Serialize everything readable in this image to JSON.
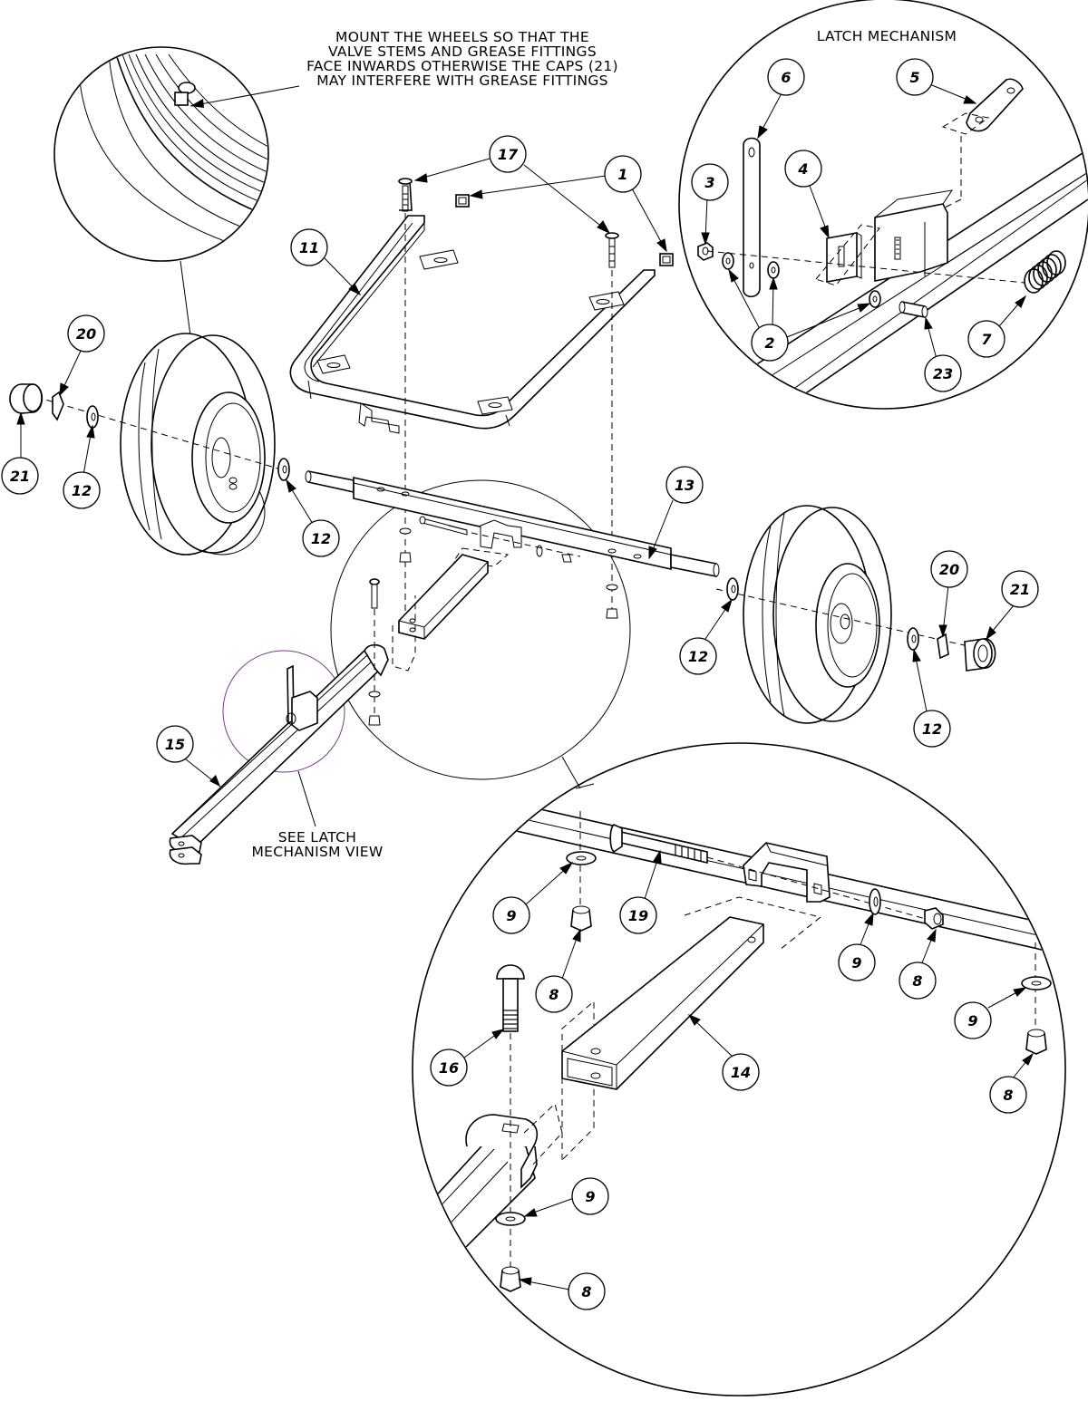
{
  "notes": {
    "wheel_mount": [
      "MOUNT THE WHEELS SO THAT THE",
      "VALVE STEMS AND GREASE FITTINGS",
      "FACE INWARDS OTHERWISE THE CAPS (21)",
      "MAY INTERFERE WITH GREASE FITTINGS"
    ],
    "latch_title": "LATCH MECHANISM",
    "see_latch": [
      "SEE LATCH",
      "MECHANISM VIEW"
    ]
  },
  "callouts": {
    "c1": "1",
    "c2": "2",
    "c3": "3",
    "c4": "4",
    "c5": "5",
    "c6": "6",
    "c7": "7",
    "c8": "8",
    "c9": "9",
    "c11": "11",
    "c12": "12",
    "c13": "13",
    "c14": "14",
    "c15": "15",
    "c16": "16",
    "c17": "17",
    "c19": "19",
    "c20": "20",
    "c21": "21",
    "c23": "23"
  },
  "colors": {
    "line": "#000000",
    "see_latch_circle": "#7a3b8c",
    "background": "#ffffff"
  }
}
